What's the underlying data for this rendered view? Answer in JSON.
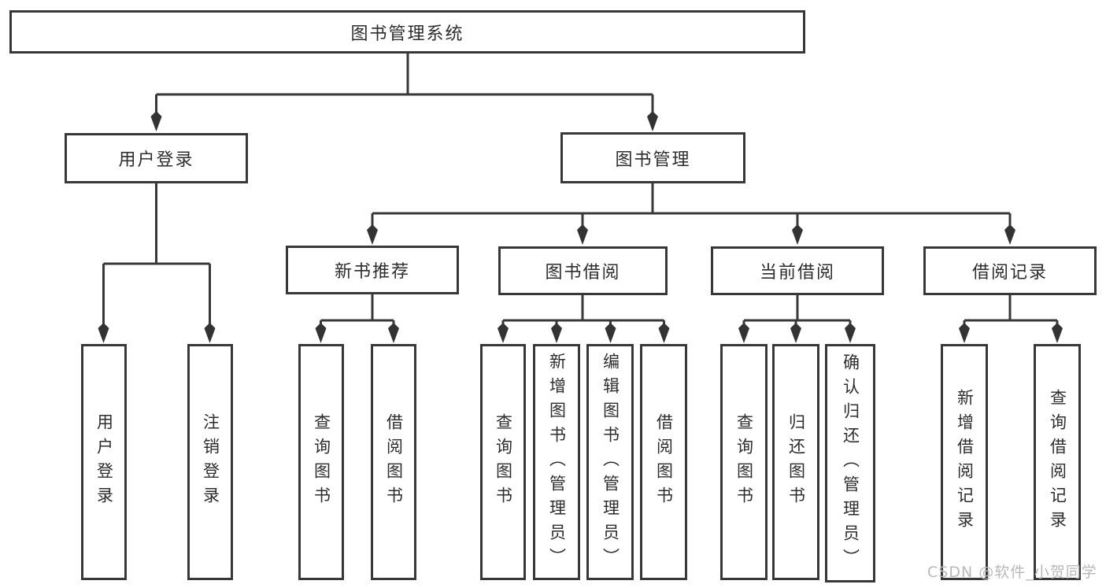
{
  "tree": {
    "label": "图书管理系统",
    "children": [
      {
        "label": "用户登录",
        "children": [
          {
            "label": "用户登录"
          },
          {
            "label": "注销登录"
          }
        ]
      },
      {
        "label": "图书管理",
        "children": [
          {
            "label": "新书推荐",
            "children": [
              {
                "label": "查询图书"
              },
              {
                "label": "借阅图书"
              }
            ]
          },
          {
            "label": "图书借阅",
            "children": [
              {
                "label": "查询图书"
              },
              {
                "label": "新增图书（管理员）"
              },
              {
                "label": "编辑图书（管理员）"
              },
              {
                "label": "借阅图书"
              }
            ]
          },
          {
            "label": "当前借阅",
            "children": [
              {
                "label": "查询图书"
              },
              {
                "label": "归还图书"
              },
              {
                "label": "确认归还（管理员）"
              }
            ]
          },
          {
            "label": "借阅记录",
            "children": [
              {
                "label": "新增借阅记录"
              },
              {
                "label": "查询借阅记录"
              }
            ]
          }
        ]
      }
    ]
  },
  "watermark": "CSDN @软件_小贺同学",
  "colors": {
    "line": "#383838",
    "text": "#2d2d2d",
    "watermark": "#b7b9bd",
    "background": "#ffffff"
  }
}
